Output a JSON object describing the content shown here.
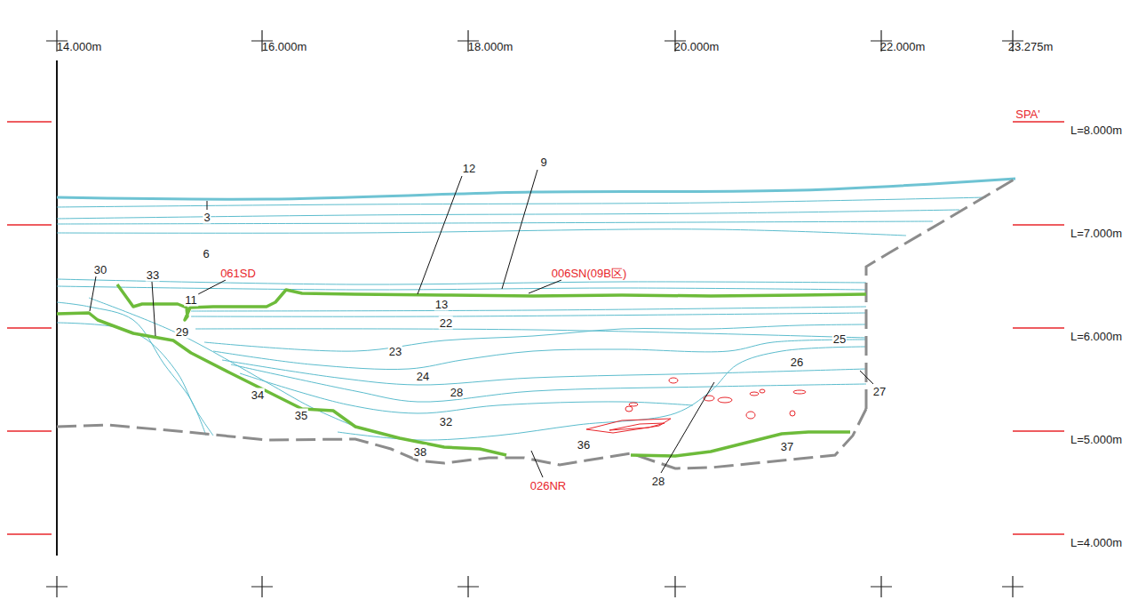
{
  "diagram": {
    "labels": [
      "14.000m",
      "16.000m",
      "18.000m",
      "20.000m",
      "22.000m",
      "23.275m",
      "SPA'",
      "L=8.000m",
      "L=7.000m",
      "L=6.000m",
      "L=5.000m",
      "L=4.000m",
      "3",
      "6",
      "30",
      "33",
      "11",
      "061SD",
      "12",
      "9",
      "006SN(09B区)",
      "13",
      "22",
      "29",
      "23",
      "25",
      "26",
      "24",
      "27",
      "28",
      "34",
      "35",
      "32",
      "36",
      "37",
      "38",
      "026NR",
      "28"
    ]
  }
}
